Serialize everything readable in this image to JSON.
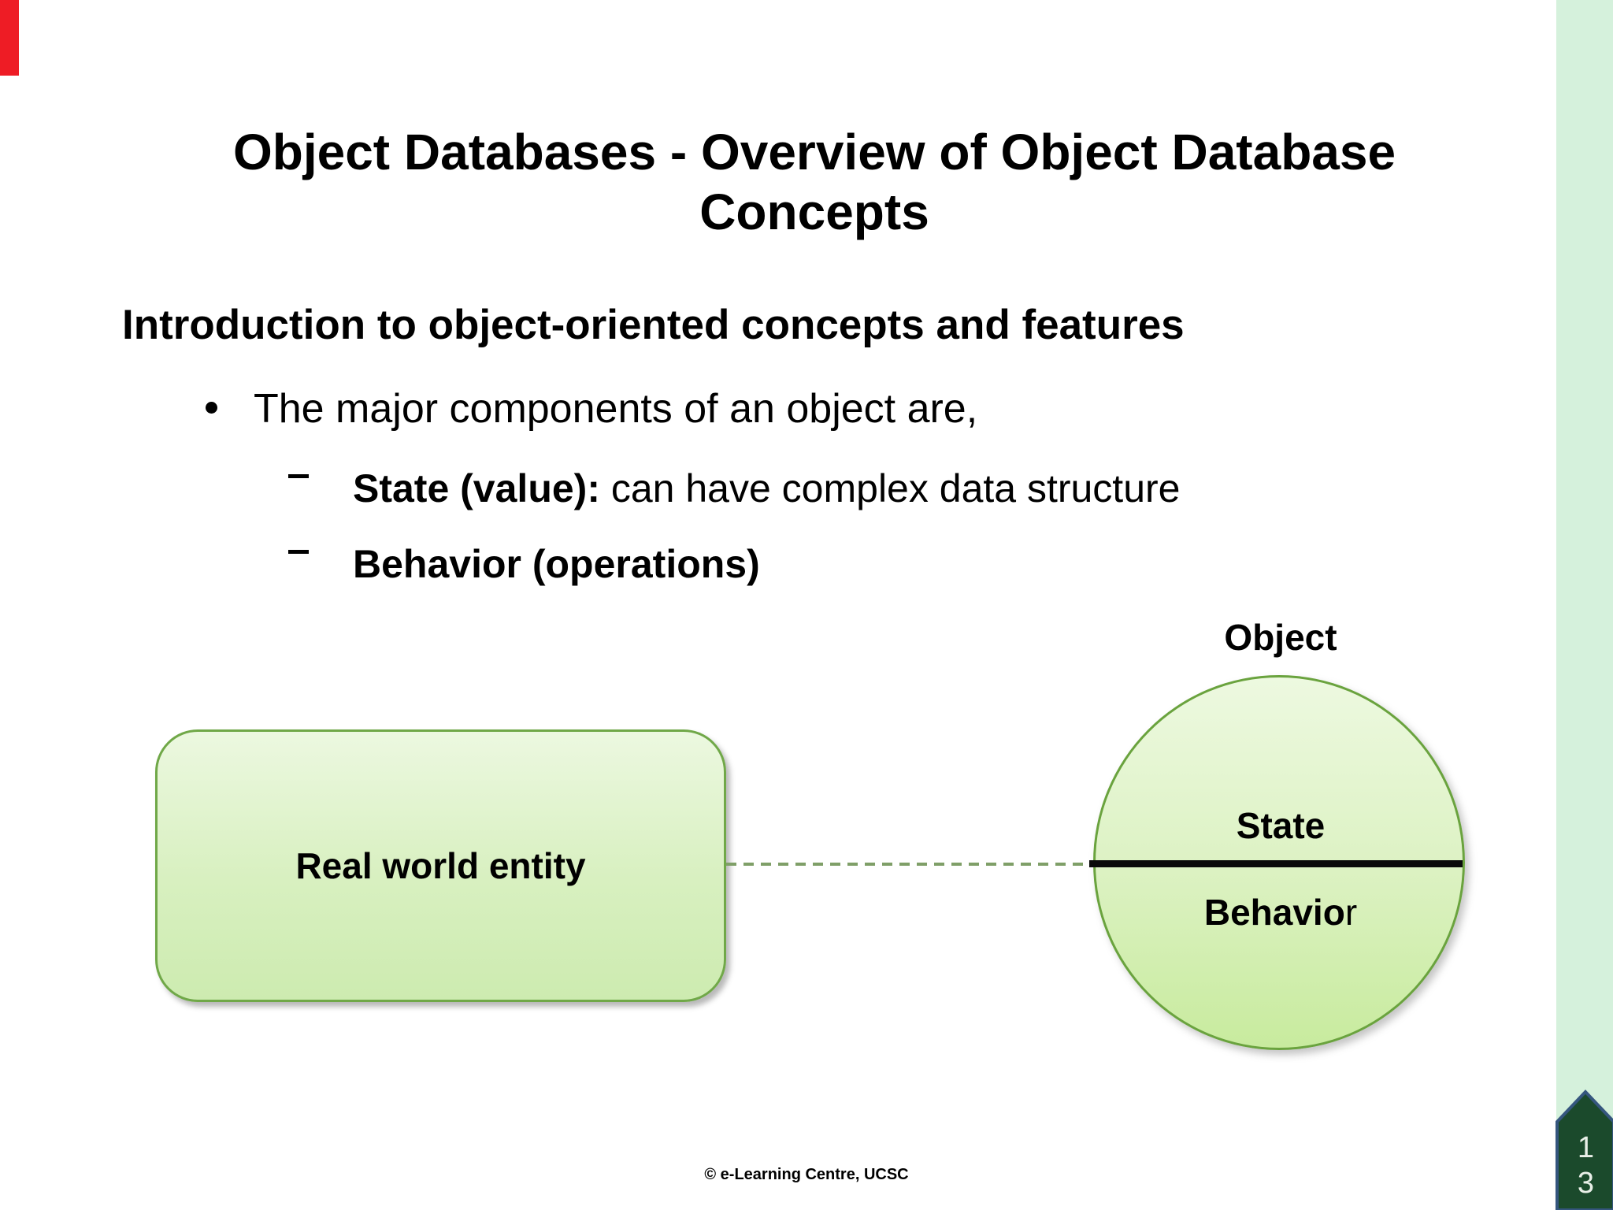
{
  "colors": {
    "background": "#ffffff",
    "text": "#000000",
    "side_strip": "#d5f1dc",
    "red_indicator": "#ee1c25",
    "entity_border_green": "#70a848",
    "circle_border_green": "#6aa33e",
    "shape_fill_top": "#ecf8e0",
    "shape_fill_bottom": "#c8eb9e",
    "divider_line": "#0a0a0a",
    "dashed_connector": "#7f9f68",
    "page_tab_fill": "#1b4a2c",
    "page_tab_border": "#35567e",
    "page_tab_text": "#e9efe8"
  },
  "slide": {
    "title": {
      "line1": "Object Databases - Overview of Object Database",
      "line2": "Concepts"
    },
    "heading": "Introduction to object-oriented concepts and features",
    "bullet": {
      "marker": "•",
      "text": "The major components of an object are,"
    },
    "sub_bullets": [
      {
        "bold": "State (value):",
        "rest": " can have complex data structure"
      },
      {
        "bold": "Behavior (operations)",
        "rest": ""
      }
    ],
    "diagram": {
      "object_label": "Object",
      "state_label": "State",
      "behavior_label_main": "Behavio",
      "behavior_label_tail": "r",
      "entity_label": "Real world entity"
    },
    "footer": "© e-Learning Centre, UCSC",
    "page_number": {
      "digit1": "1",
      "digit2": "3",
      "value": "13"
    }
  }
}
